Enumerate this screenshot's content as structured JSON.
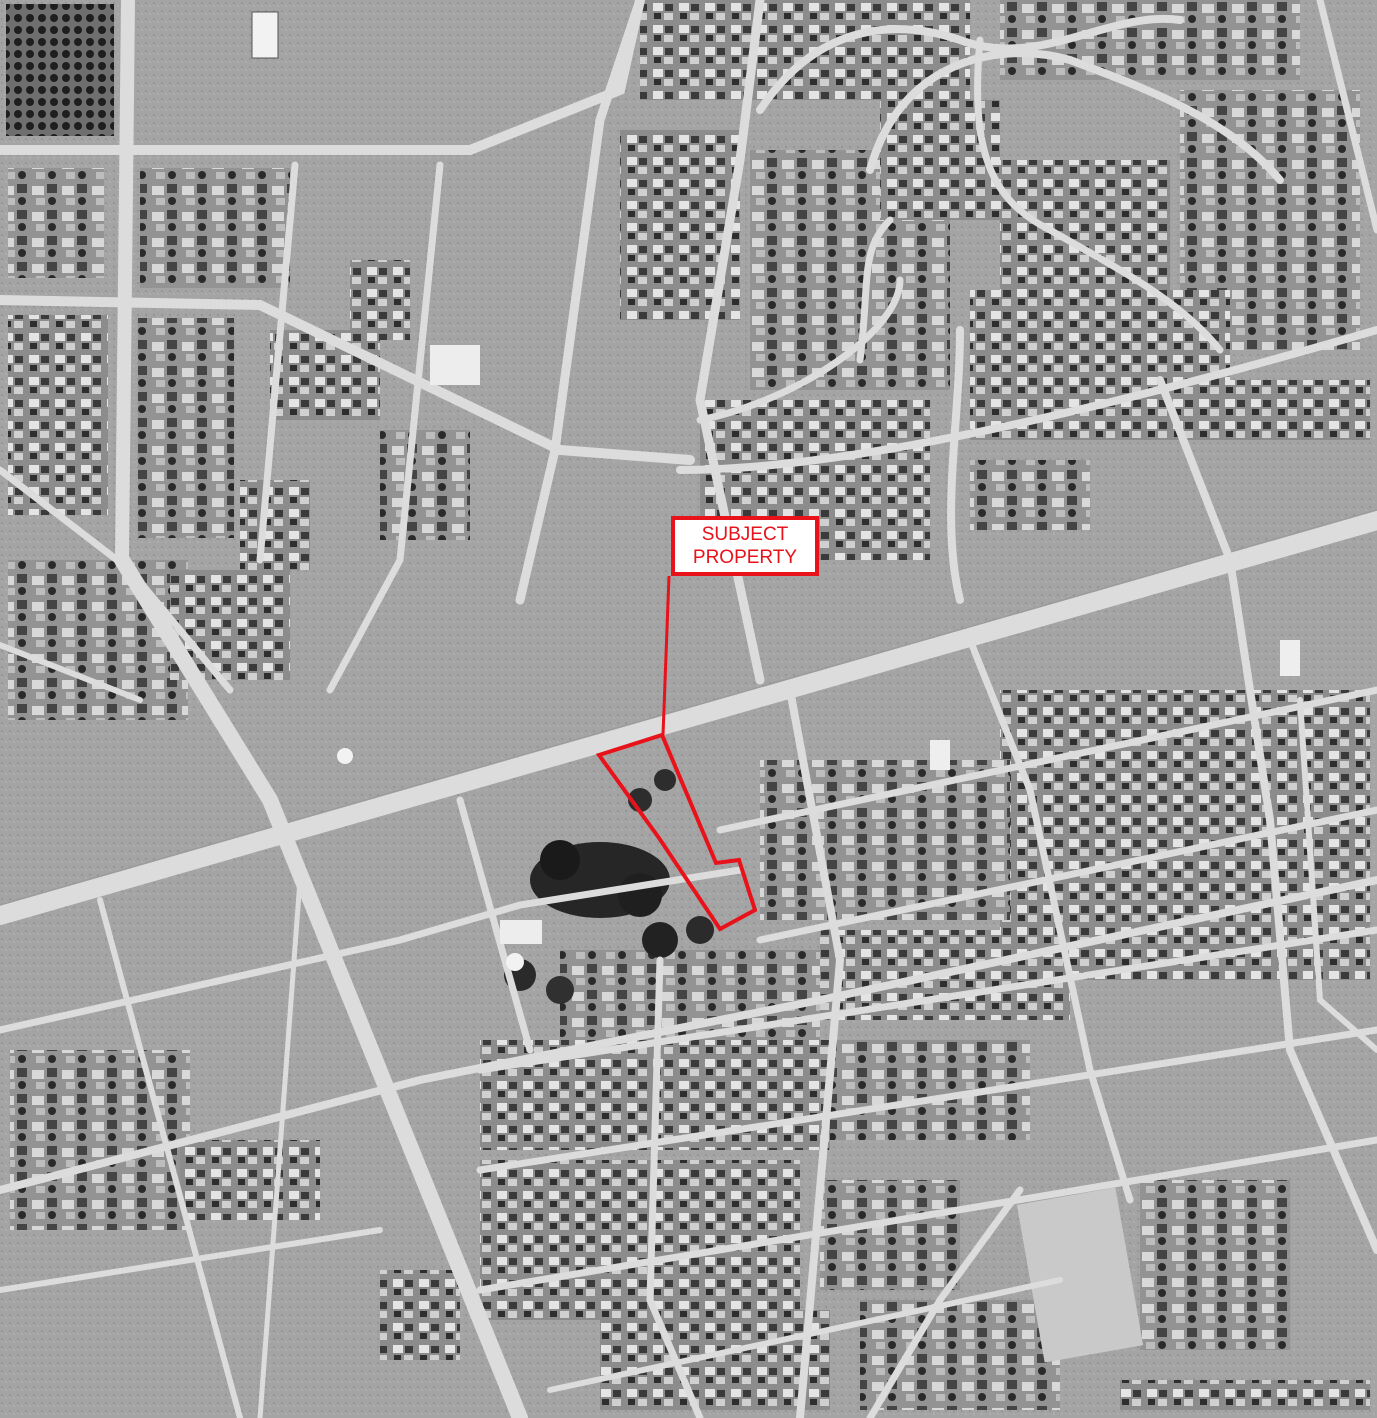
{
  "annotation": {
    "line1": "SUBJECT",
    "line2": "PROPERTY"
  },
  "colors": {
    "highlight": "#e8121b",
    "ground": "#9a9a9a",
    "road": "#dcdcdc"
  },
  "imagery": {
    "style": "grayscale historical aerial photograph",
    "features": [
      "street-grid",
      "diagonal-boulevard",
      "curved-residential-streets",
      "building-blocks",
      "orchard",
      "open-lots"
    ]
  }
}
